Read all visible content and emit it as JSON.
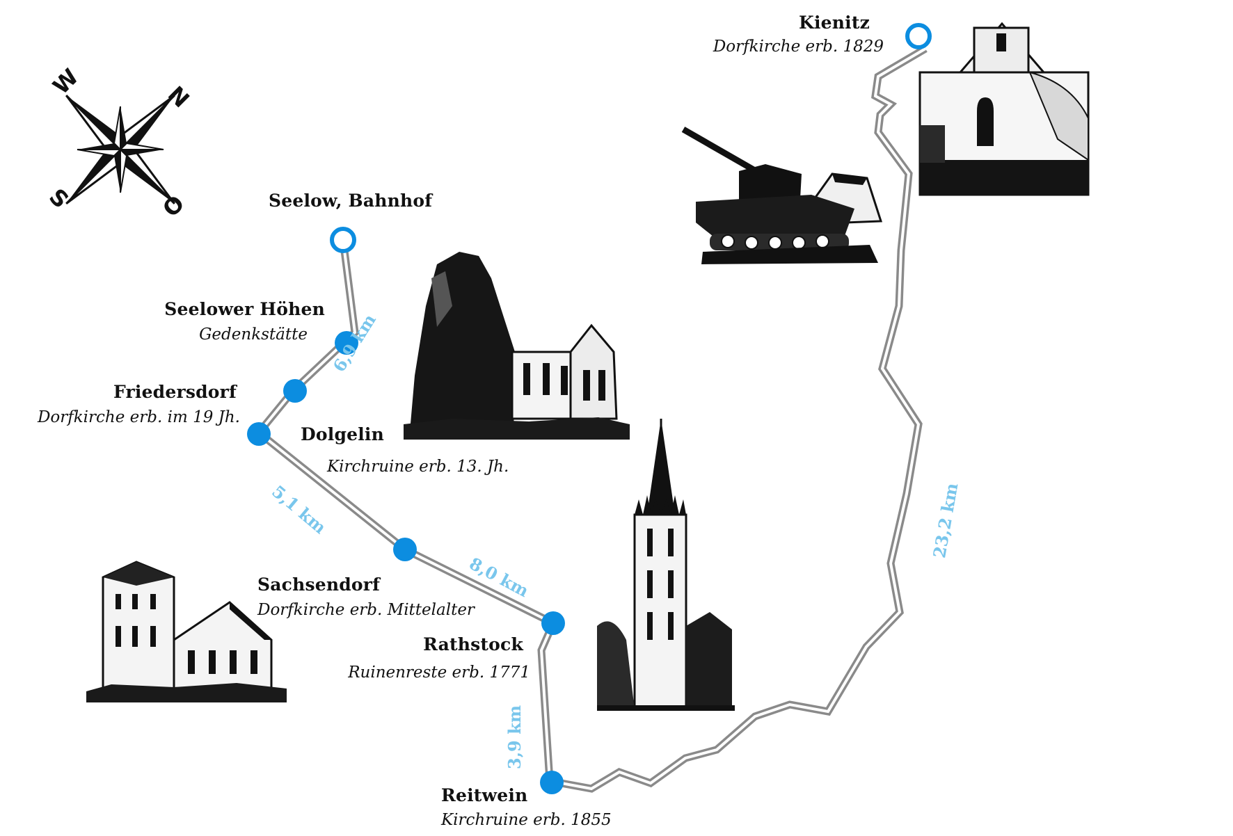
{
  "colors": {
    "route_edge": "#8a8a8a",
    "route_core": "#ffffff",
    "stop": "#0c8de0",
    "distance": "#79c6ec",
    "text": "#111111"
  },
  "compass": {
    "w": "W",
    "n": "N",
    "s": "S",
    "o": "O"
  },
  "stops": {
    "seelow": {
      "name": "Seelow, Bahnhof",
      "type": "start"
    },
    "seelower_hoehen": {
      "name": "Seelower Höhen",
      "sub": "Gedenkstätte",
      "type": "stop"
    },
    "friedersdorf": {
      "name": "Friedersdorf",
      "sub": "Dorfkirche erb. im 19 Jh.",
      "type": "stop"
    },
    "dolgelin": {
      "name": "Dolgelin",
      "sub": "Kirchruine erb. 13. Jh.",
      "type": "stop"
    },
    "sachsendorf": {
      "name": "Sachsendorf",
      "sub": "Dorfkirche erb. Mittelalter",
      "type": "stop"
    },
    "rathstock": {
      "name": "Rathstock",
      "sub": "Ruinenreste erb. 1771",
      "type": "stop"
    },
    "reitwein": {
      "name": "Reitwein",
      "sub": "Kirchruine erb. 1855",
      "type": "stop"
    },
    "kienitz": {
      "name": "Kienitz",
      "sub": "Dorfkirche erb. 1829",
      "type": "end"
    }
  },
  "distances": {
    "d1": "6,9 km",
    "d2": "5,1 km",
    "d3": "8,0 km",
    "d4": "3,9 km",
    "d5": "23,2 km"
  },
  "illustrations": [
    "dolgelin-church-ruin",
    "tank-monument",
    "kienitz-church",
    "rathstock-church-tower",
    "sachsendorf-church"
  ]
}
